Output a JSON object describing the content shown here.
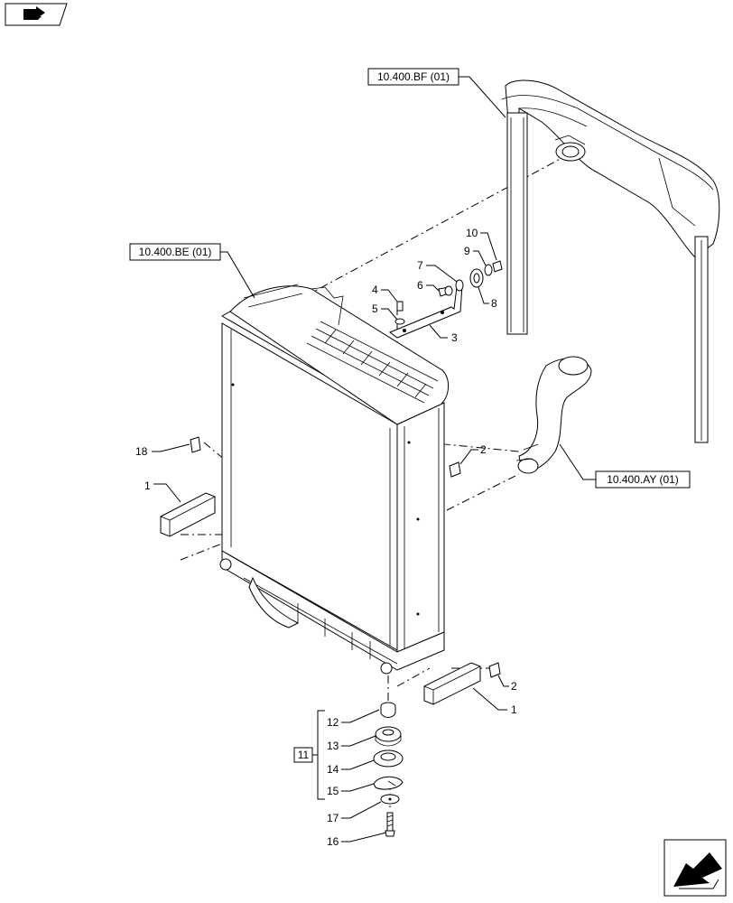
{
  "reference_boxes": {
    "bf": "10.400.BF (01)",
    "be": "10.400.BE (01)",
    "ay": "10.400.AY (01)"
  },
  "assembly_label": "11",
  "callouts": {
    "c1a": "1",
    "c1b": "1",
    "c2a": "2",
    "c2b": "2",
    "c3": "3",
    "c4": "4",
    "c5": "5",
    "c6": "6",
    "c7": "7",
    "c8": "8",
    "c9": "9",
    "c10": "10",
    "c12": "12",
    "c13": "13",
    "c14": "14",
    "c15": "15",
    "c16": "16",
    "c17": "17",
    "c18": "18"
  },
  "icons": {
    "top_left": "book-arrow-icon",
    "bottom_right": "next-page-arrow-icon"
  }
}
